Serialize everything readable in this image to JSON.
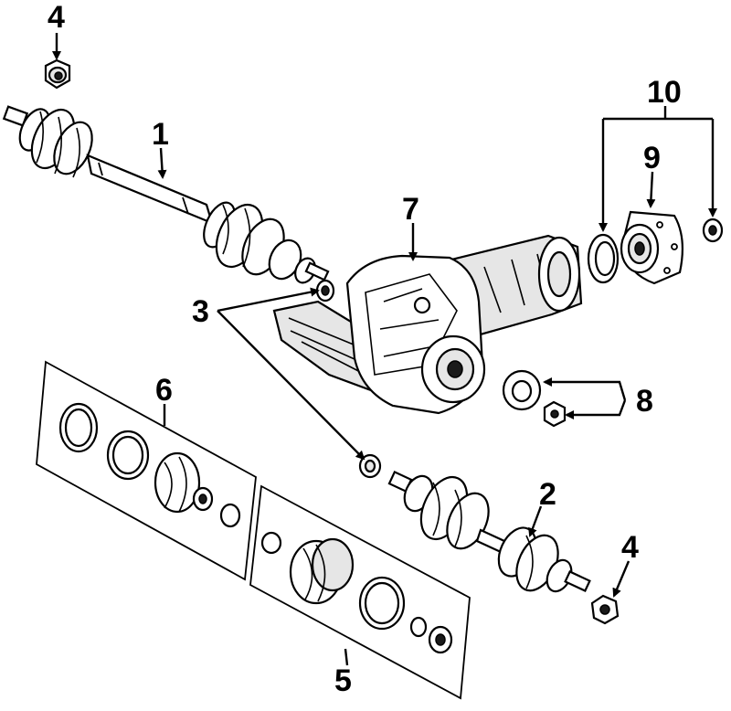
{
  "callouts": {
    "c1": "1",
    "c2": "2",
    "c3": "3",
    "c4_top": "4",
    "c4_bottom": "4",
    "c5": "5",
    "c6": "6",
    "c7": "7",
    "c8": "8",
    "c9": "9",
    "c10": "10"
  }
}
